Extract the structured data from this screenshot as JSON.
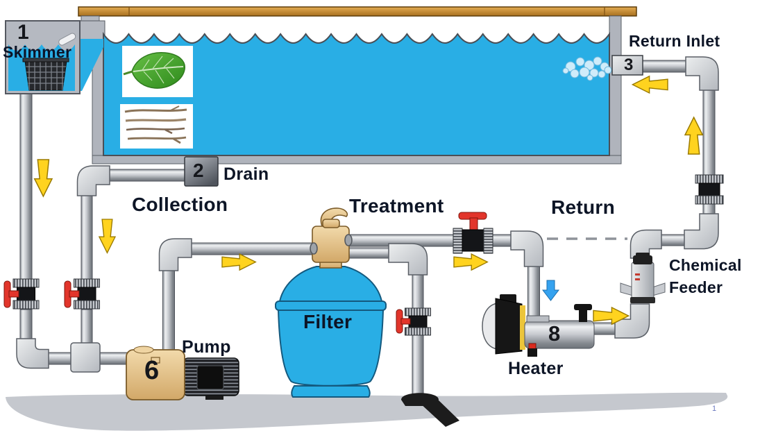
{
  "labels": {
    "skimmer_no": "1",
    "skimmer": "Skimmer",
    "drain_no": "2",
    "drain": "Drain",
    "return_inlet": "Return Inlet",
    "return_inlet_no": "3",
    "collection": "Collection",
    "treatment": "Treatment",
    "return": "Return",
    "pump": "Pump",
    "pump_no": "6",
    "filter": "Filter",
    "heater": "Heater",
    "heater_no": "8",
    "chemical_feeder_line1": "Chemical",
    "chemical_feeder_line2": "Feeder",
    "footnote": "1"
  },
  "colors": {
    "water": "#29AEE5",
    "pipe_gray": "#C2C6CC",
    "fitting_gray": "#D5D7DA",
    "deck_wood": "#C98B3B",
    "ground": "#C5C8CE",
    "flow_arrow_yellow": "#FFD31F",
    "valve_handle_red": "#E2352B",
    "pump_tan": "#E4C38C",
    "blue_arrow": "#35A2EF",
    "label_text": "#0D1526"
  }
}
